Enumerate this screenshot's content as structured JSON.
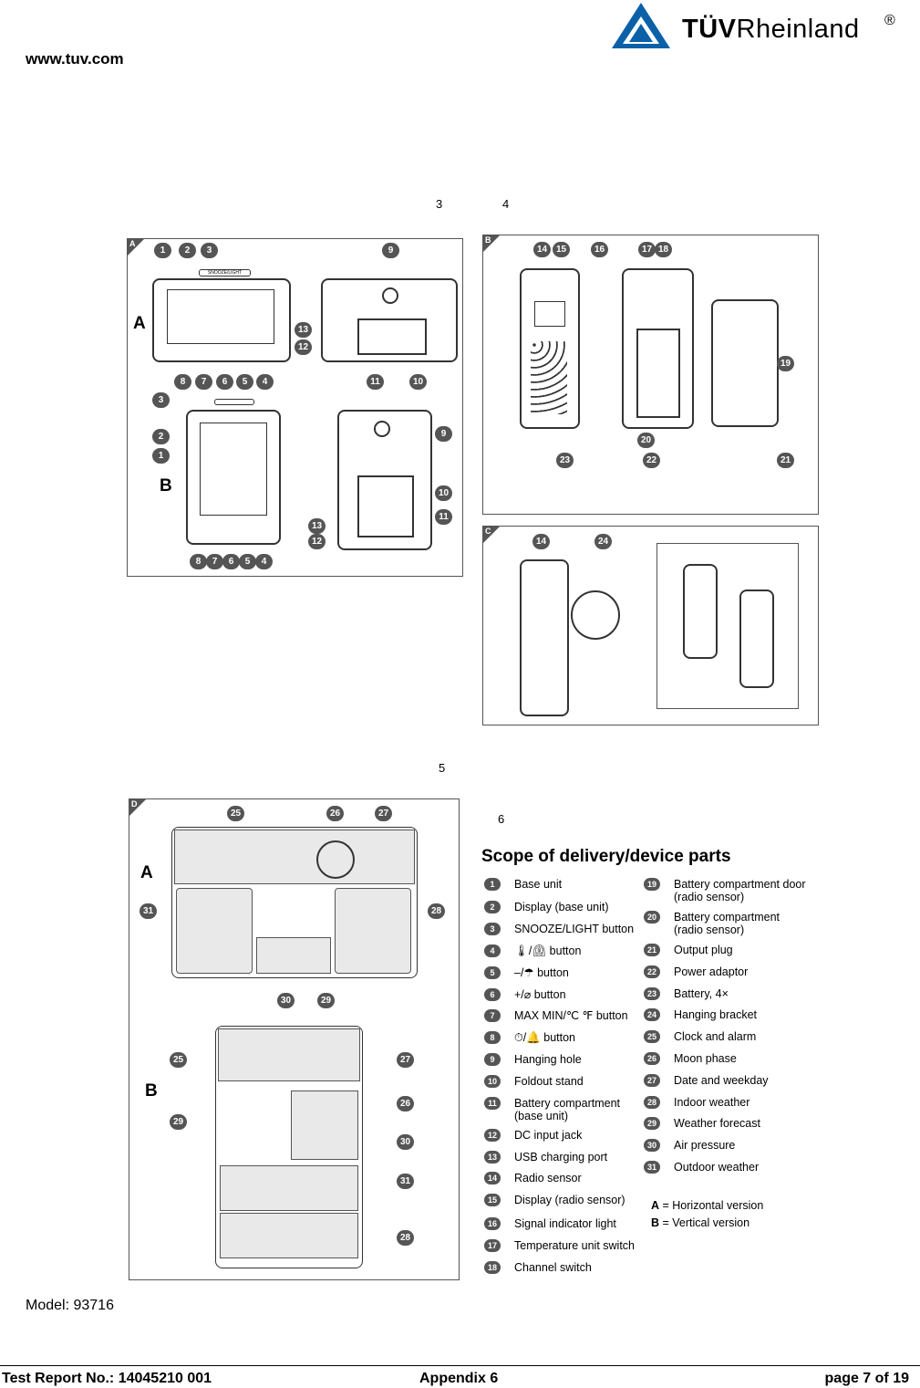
{
  "header": {
    "url": "www.tuv.com",
    "logo_text_bold": "TÜV",
    "logo_text_regular": "Rheinland",
    "logo_reg": "®",
    "brand_color": "#0a61a8"
  },
  "figure": {
    "page_numbers": [
      "3",
      "4",
      "5",
      "6"
    ],
    "panel_letters": [
      "A",
      "B",
      "C",
      "D"
    ],
    "version_letters": [
      "A",
      "B"
    ],
    "panelA_badges": [
      "1",
      "2",
      "3",
      "9",
      "13",
      "12",
      "8",
      "7",
      "6",
      "5",
      "4",
      "11",
      "10",
      "3",
      "2",
      "1",
      "9",
      "10",
      "11",
      "13",
      "12",
      "8",
      "7",
      "6",
      "5",
      "4"
    ],
    "panelA_button_label": "SNOOZE/LIGHT",
    "panelB_badges": [
      "14",
      "15",
      "16",
      "17",
      "18",
      "19",
      "20",
      "23",
      "22",
      "21"
    ],
    "panelC_badges": [
      "14",
      "24"
    ],
    "panelD_badges": [
      "25",
      "26",
      "27",
      "31",
      "28",
      "30",
      "29",
      "25",
      "27",
      "29",
      "26",
      "30",
      "31",
      "28"
    ]
  },
  "scope": {
    "title": "Scope of delivery/device parts",
    "left": [
      {
        "n": "1",
        "t": "Base unit"
      },
      {
        "n": "2",
        "t": "Display (base unit)"
      },
      {
        "n": "3",
        "t": "SNOOZE/LIGHT button"
      },
      {
        "n": "4",
        "t": "🌡/⏲ button"
      },
      {
        "n": "5",
        "t": "–/☂ button"
      },
      {
        "n": "6",
        "t": "+/⌀ button"
      },
      {
        "n": "7",
        "t": "MAX MIN/℃ ℉ button"
      },
      {
        "n": "8",
        "t": "⏱/🔔 button"
      },
      {
        "n": "9",
        "t": "Hanging hole"
      },
      {
        "n": "10",
        "t": "Foldout stand"
      },
      {
        "n": "11",
        "t": "Battery compartment\n(base unit)"
      },
      {
        "n": "12",
        "t": "DC input jack"
      },
      {
        "n": "13",
        "t": "USB charging port"
      },
      {
        "n": "14",
        "t": "Radio sensor"
      },
      {
        "n": "15",
        "t": "Display (radio sensor)"
      },
      {
        "n": "16",
        "t": "Signal indicator light"
      },
      {
        "n": "17",
        "t": "Temperature unit switch"
      },
      {
        "n": "18",
        "t": "Channel switch"
      }
    ],
    "right": [
      {
        "n": "19",
        "t": "Battery compartment door\n(radio sensor)"
      },
      {
        "n": "20",
        "t": "Battery compartment\n(radio sensor)"
      },
      {
        "n": "21",
        "t": "Output plug"
      },
      {
        "n": "22",
        "t": "Power adaptor"
      },
      {
        "n": "23",
        "t": "Battery, 4×"
      },
      {
        "n": "24",
        "t": "Hanging bracket"
      },
      {
        "n": "25",
        "t": "Clock and alarm"
      },
      {
        "n": "26",
        "t": "Moon phase"
      },
      {
        "n": "27",
        "t": "Date and weekday"
      },
      {
        "n": "28",
        "t": "Indoor weather"
      },
      {
        "n": "29",
        "t": "Weather forecast"
      },
      {
        "n": "30",
        "t": "Air pressure"
      },
      {
        "n": "31",
        "t": "Outdoor weather"
      }
    ],
    "legend_a_key": "A",
    "legend_a_text": " = Horizontal version",
    "legend_b_key": "B",
    "legend_b_text": " = Vertical version"
  },
  "model": "Model: 93716",
  "footer": {
    "report": "Test Report No.: 14045210 001",
    "appendix": "Appendix 6",
    "page": "page 7 of 19"
  }
}
